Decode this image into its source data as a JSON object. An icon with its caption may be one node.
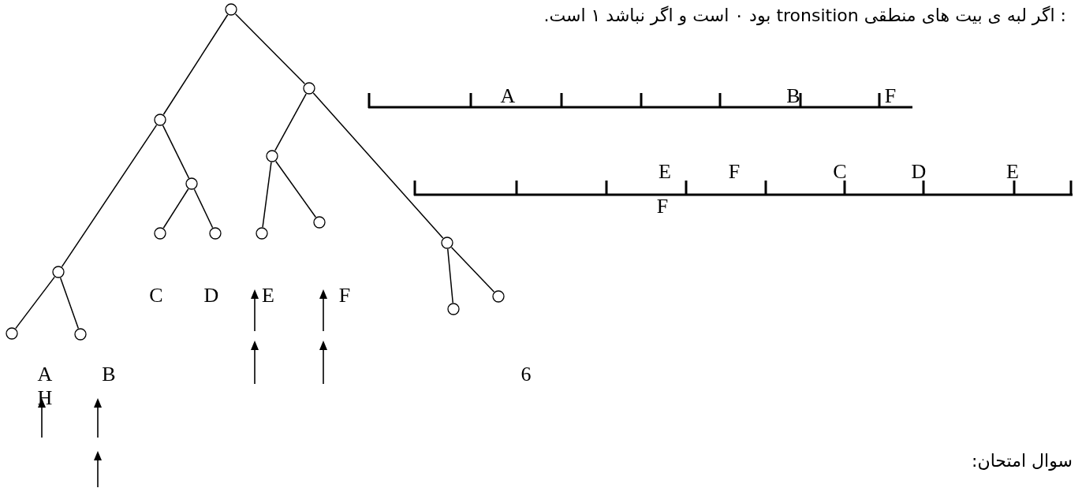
{
  "diagram": {
    "nodes": [
      {
        "text": [],
        "shape": "circle"
      },
      {
        "text": [],
        "shape": "circle"
      },
      {
        "text": [],
        "shape": "circle"
      },
      {
        "text": [],
        "shape": "circle"
      },
      {
        "text": [],
        "shape": "circle"
      },
      {
        "text": [],
        "shape": "circle"
      },
      {
        "text": [],
        "shape": "circle"
      },
      {
        "text": [],
        "shape": "circle"
      },
      {
        "text": [],
        "shape": "circle"
      },
      {
        "text": [],
        "shape": "circle"
      },
      {
        "text": [],
        "shape": "circle"
      },
      {
        "text": [],
        "shape": "circle"
      },
      {
        "text": [],
        "shape": "circle"
      },
      {
        "text": [],
        "shape": "circle"
      },
      {
        "text": [],
        "shape": "circle"
      }
    ],
    "edges": [
      {
        "from": 0,
        "to": 2,
        "arrow": "none"
      },
      {
        "from": 0,
        "to": 1,
        "arrow": "none"
      },
      {
        "from": 2,
        "to": 9,
        "arrow": "none"
      },
      {
        "from": 2,
        "to": 4,
        "arrow": "none"
      },
      {
        "from": 1,
        "to": 3,
        "arrow": "none"
      },
      {
        "from": 1,
        "to": 10,
        "arrow": "none"
      },
      {
        "from": 4,
        "to": 5,
        "arrow": "none"
      },
      {
        "from": 4,
        "to": 6,
        "arrow": "none"
      },
      {
        "from": 3,
        "to": 7,
        "arrow": "none"
      },
      {
        "from": 3,
        "to": 8,
        "arrow": "none"
      },
      {
        "from": 9,
        "to": 13,
        "arrow": "none"
      },
      {
        "from": 9,
        "to": 14,
        "arrow": "none"
      },
      {
        "from": 10,
        "to": 12,
        "arrow": "none"
      },
      {
        "from": 10,
        "to": 11,
        "arrow": "none"
      }
    ],
    "labels": [
      ": اگر لبه ی بیت های منطقی tronsition بود ۰ است و اگر نباشد ۱ است.",
      "A",
      "B",
      "F",
      "E",
      "F",
      "C",
      "D",
      "E",
      "F",
      "C",
      "D",
      "E",
      "F",
      "A",
      "B",
      "6",
      "H",
      "سوال امتحان:"
    ]
  }
}
